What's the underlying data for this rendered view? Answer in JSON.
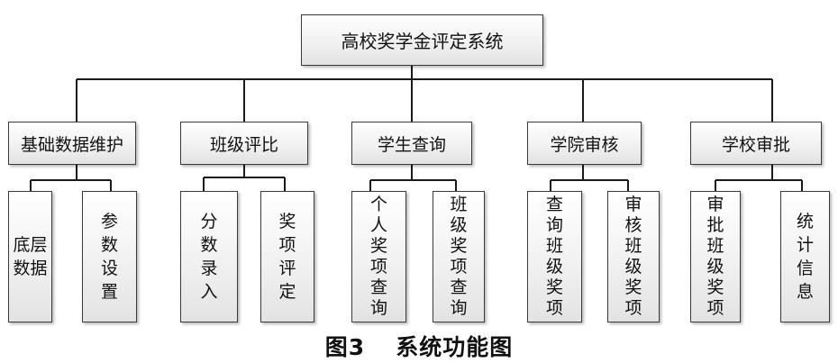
{
  "diagram": {
    "root": "高校奖学金评定系统",
    "modules": [
      {
        "label": "基础数据维护",
        "children": [
          "底层数据",
          "参数设置"
        ]
      },
      {
        "label": "班级评比",
        "children": [
          "分数录入",
          "奖项评定"
        ]
      },
      {
        "label": "学生查询",
        "children": [
          "个人奖项查询",
          "班级奖项查询"
        ]
      },
      {
        "label": "学院审核",
        "children": [
          "查询班级奖项",
          "审核班级奖项"
        ]
      },
      {
        "label": "学校审批",
        "children": [
          "审批班级奖项",
          "统计信息"
        ]
      }
    ]
  },
  "caption": {
    "number": "图3",
    "title": "系统功能图"
  }
}
